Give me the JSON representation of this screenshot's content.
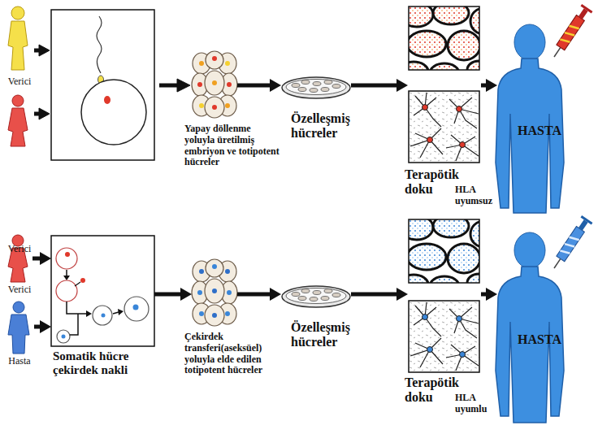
{
  "diagram": {
    "nodes": [
      {
        "text": [
          "Verici"
        ]
      },
      {
        "text": [
          "Verici"
        ]
      },
      {
        "text": [
          "Yapay döllenme yoluyla üretilmiş embriyon ve totipotent hücreler"
        ]
      },
      {
        "text": [
          "Özelleşmiş hücreler"
        ]
      },
      {
        "text": [
          "Terapötik doku",
          "HLA uyumsuz"
        ]
      },
      {
        "text": [
          "HASTA"
        ]
      },
      {
        "text": [
          "Verici"
        ]
      },
      {
        "text": [
          "Hasta"
        ]
      },
      {
        "text": [
          "Somatik hücre çekirdek nakli"
        ]
      },
      {
        "text": [
          "Çekirdek transferi(aseksüel) yoluyla elde edilen totipotent hücreler"
        ]
      },
      {
        "text": [
          "Özelleşmiş hücreler"
        ]
      },
      {
        "text": [
          "Terapötik doku",
          "HLA uyumlu"
        ]
      },
      {
        "text": [
          "HASTA"
        ]
      }
    ],
    "edges": [
      {
        "from": 2,
        "to": 3,
        "arrow": "to"
      },
      {
        "from": 3,
        "to": 4,
        "arrow": "to"
      },
      {
        "from": 4,
        "to": 5,
        "arrow": "to"
      },
      {
        "from": 6,
        "to": 8,
        "arrow": "to"
      },
      {
        "from": 7,
        "to": 8,
        "arrow": "to"
      },
      {
        "from": 8,
        "to": 9,
        "arrow": "to"
      },
      {
        "from": 9,
        "to": 10,
        "arrow": "to"
      },
      {
        "from": 10,
        "to": 11,
        "arrow": "to"
      },
      {
        "from": 11,
        "to": 12,
        "arrow": "to"
      }
    ]
  }
}
